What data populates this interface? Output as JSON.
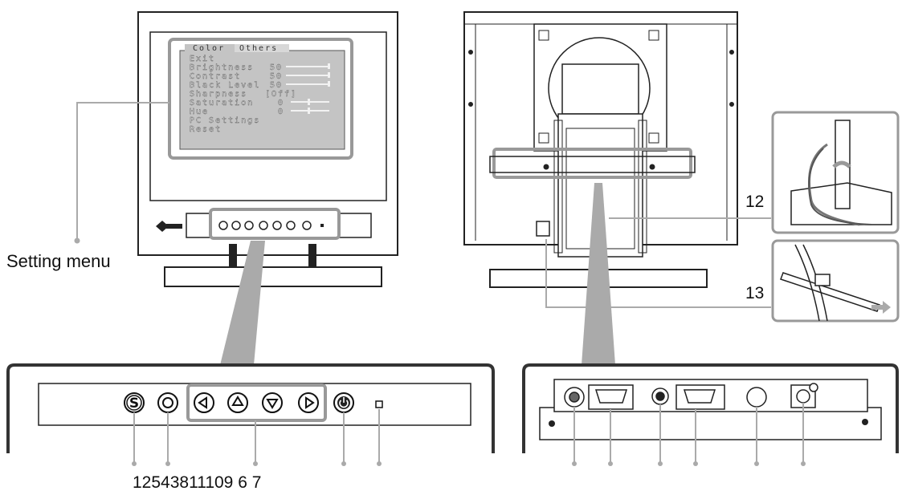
{
  "labels": {
    "setting_menu": "Setting menu",
    "front_numbers": "12543811109 6 7",
    "callout_12": "12",
    "callout_13": "13"
  },
  "osd": {
    "tabs": [
      "Color",
      "Others"
    ],
    "items": [
      {
        "label": "Exit",
        "value": ""
      },
      {
        "label": "Brightness",
        "value": "50"
      },
      {
        "label": "Contrast",
        "value": "50"
      },
      {
        "label": "Black Level",
        "value": "50"
      },
      {
        "label": "Sharpness",
        "value": "[Off]"
      },
      {
        "label": "Saturation",
        "value": "0"
      },
      {
        "label": "Hue",
        "value": "0"
      },
      {
        "label": "PC Settings",
        "value": ""
      },
      {
        "label": "Reset",
        "value": ""
      }
    ]
  },
  "front_buttons": [
    {
      "name": "s-button",
      "glyph": "S"
    },
    {
      "name": "enter-button",
      "glyph": "○"
    },
    {
      "name": "left-button",
      "glyph": "◁"
    },
    {
      "name": "up-button",
      "glyph": "△"
    },
    {
      "name": "down-button",
      "glyph": "▽"
    },
    {
      "name": "right-button",
      "glyph": "▷"
    },
    {
      "name": "power-button",
      "glyph": "⏻"
    }
  ],
  "colors": {
    "line": "#222222",
    "callout": "#a8a8a8",
    "screen": "#c4c4c4"
  }
}
